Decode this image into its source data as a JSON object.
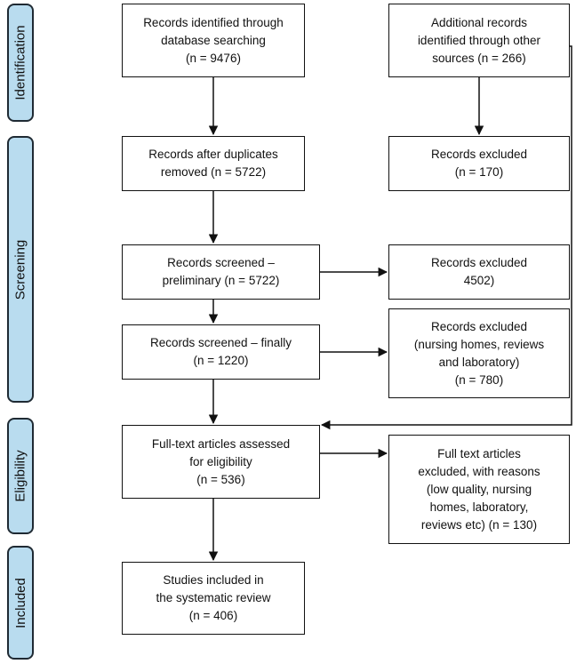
{
  "stages": {
    "identification": "Identification",
    "screening": "Screening",
    "eligibility": "Eligibility",
    "included": "Included"
  },
  "boxes": {
    "db_search": [
      "Records identified through",
      "database searching",
      "(n = 9476)"
    ],
    "other_sources": [
      "Additional records",
      "identified through other",
      "sources (n = 266)"
    ],
    "after_duplicates": [
      "Records after duplicates",
      "removed (n = 5722)"
    ],
    "excluded_170": [
      "Records excluded",
      "(n = 170)"
    ],
    "screened_preliminary": [
      "Records screened –",
      "preliminary (n = 5722)"
    ],
    "excluded_4502": [
      "Records excluded",
      "4502)"
    ],
    "screened_finally": [
      "Records screened – finally",
      "(n = 1220)"
    ],
    "excluded_780": [
      "Records excluded",
      "(nursing homes, reviews",
      "and laboratory)",
      "(n = 780)"
    ],
    "fulltext_assessed": [
      "Full-text articles assessed",
      "for eligibility",
      "(n = 536)"
    ],
    "fulltext_excluded": [
      "Full text articles",
      "excluded, with reasons",
      "(low quality,  nursing",
      "homes, laboratory,",
      "reviews etc) (n = 130)"
    ],
    "included": [
      "Studies included in",
      "the systematic review",
      "(n = 406)"
    ]
  }
}
